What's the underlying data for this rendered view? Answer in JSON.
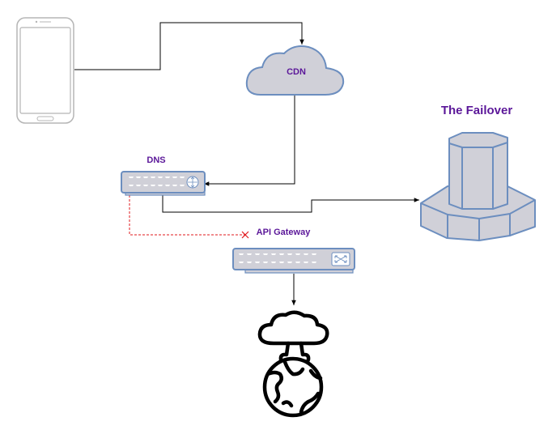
{
  "nodes": {
    "phone": {
      "icon": "smartphone-icon"
    },
    "cdn": {
      "label": "CDN",
      "icon": "cloud-icon"
    },
    "dns": {
      "label": "DNS",
      "icon": "router-icon"
    },
    "api_gateway": {
      "label": "API Gateway",
      "icon": "switch-icon"
    },
    "failover": {
      "label": "The Failover",
      "icon": "datacenter-tower-icon"
    },
    "explosion": {
      "icon": "nuclear-explosion-icon"
    }
  },
  "edges": [
    {
      "from": "phone",
      "to": "cdn",
      "style": "solid"
    },
    {
      "from": "cdn",
      "to": "dns",
      "style": "solid"
    },
    {
      "from": "dns",
      "to": "failover",
      "style": "solid"
    },
    {
      "from": "dns",
      "to": "api_gateway",
      "style": "dashed",
      "status": "broken"
    },
    {
      "from": "api_gateway",
      "to": "explosion",
      "style": "solid"
    }
  ],
  "colors": {
    "label": "#5b1799",
    "device_fill": "#d0d0d8",
    "device_stroke": "#6c8ebf",
    "broken_link": "#e0191d",
    "line": "#000000"
  }
}
